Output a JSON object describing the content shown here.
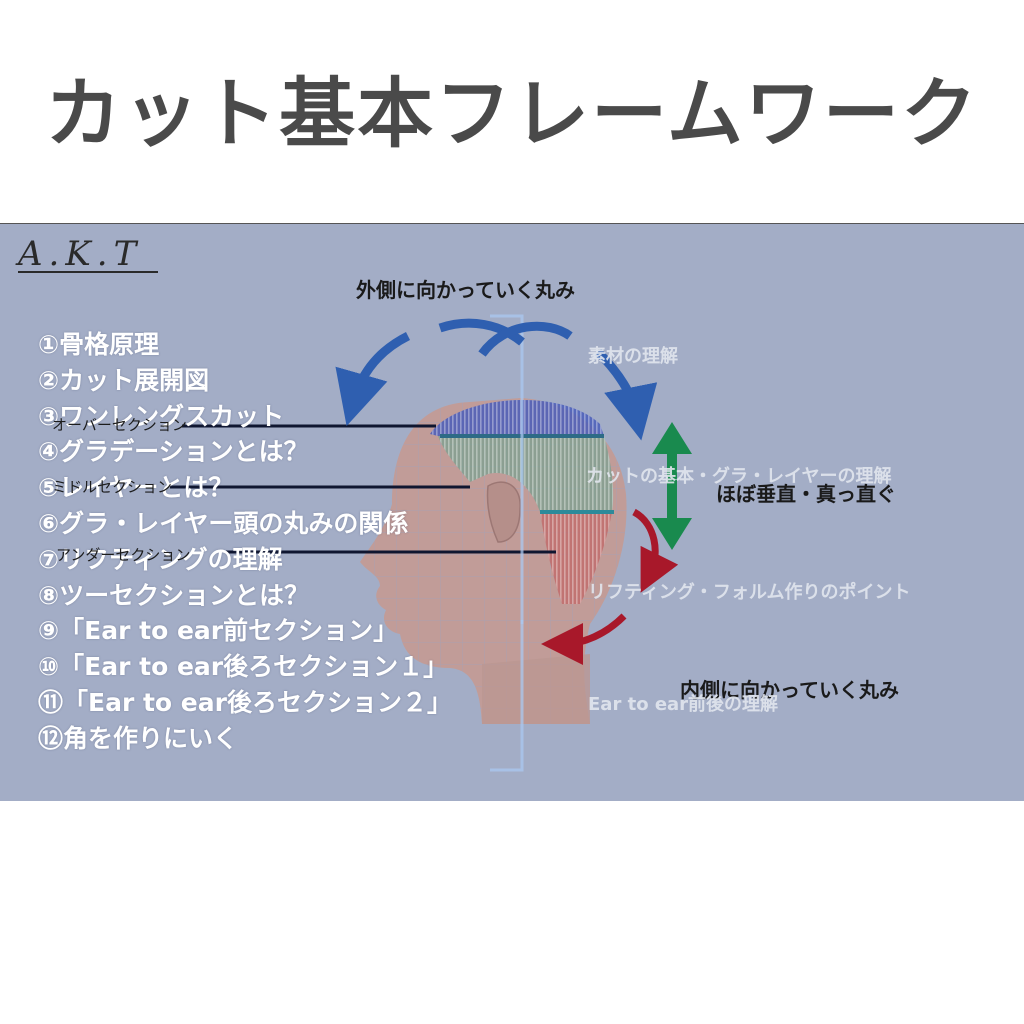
{
  "title": "カット基本フレームワーク",
  "logo": "A.K.T",
  "toc": [
    "①骨格原理",
    "②カット展開図",
    "③ワンレングスカット",
    "④グラデーションとは？",
    "⑤レイヤーとは？",
    "⑥グラ・レイヤー頭の丸みの関係",
    "⑦リフティングの理解",
    "⑧ツーセクションとは？",
    "⑨「Ear to ear前セクション」",
    "⑩「Ear to ear後ろセクション１」",
    "⑪「Ear to ear後ろセクション２」",
    "⑫角を作りにいく"
  ],
  "diagram": {
    "top_label": "外側に向かっていく丸み",
    "bottom_label": "内側に向かっていく丸み",
    "vertical_label": "ほぼ垂直・真っ直ぐ",
    "faint_labels": [
      "素材の理解",
      "カットの基本・グラ・レイヤーの理解",
      "リフティング・フォルム作りのポイント",
      "Ear to ear前後の理解"
    ],
    "sections": [
      "オーバーセクション",
      "ミドルセクション",
      "アンダーセクション"
    ]
  },
  "colors": {
    "slide_bg": "#a3adc6",
    "title": "#4a4a4a",
    "blue_arrow": "#2f5fb0",
    "red_arrow": "#a8182a",
    "green_arrow": "#198a4e",
    "hair_top": "#4a5db8",
    "hair_mid": "#7aa090",
    "hair_low": "#c06a6a"
  }
}
